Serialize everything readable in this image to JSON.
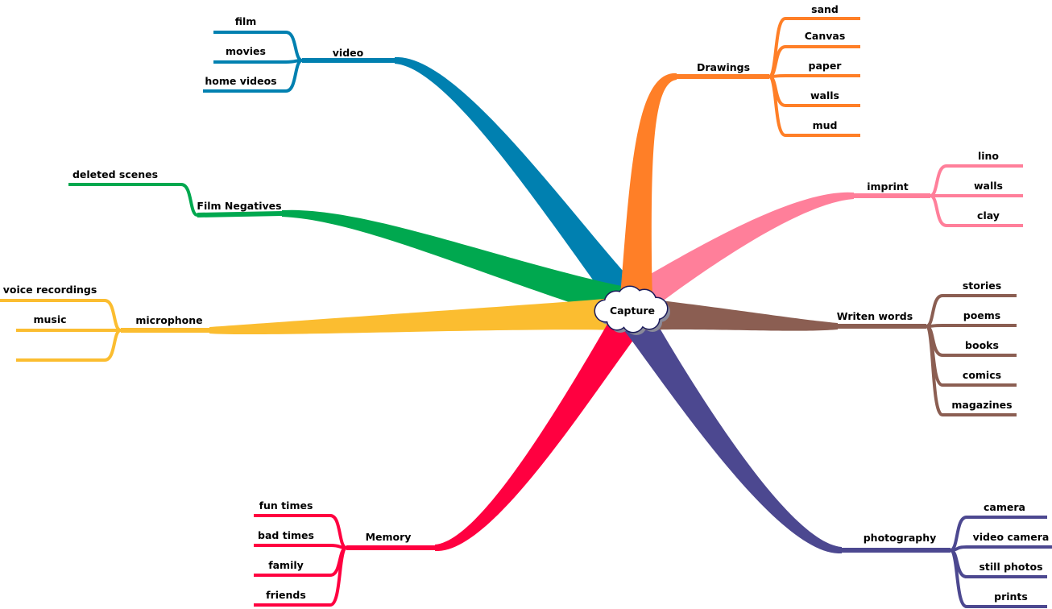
{
  "center": {
    "label": "Capture"
  },
  "branches": [
    {
      "label": "video",
      "color": "#0080b0",
      "children": [
        "film",
        "movies",
        "home videos"
      ]
    },
    {
      "label": "Film Negatives",
      "color": "#00a84f",
      "children": [
        "deleted scenes"
      ]
    },
    {
      "label": "microphone",
      "color": "#fbbd30",
      "children": [
        "voice recordings",
        "music",
        ""
      ]
    },
    {
      "label": "Memory",
      "color": "#ff0040",
      "children": [
        "fun times",
        "bad times",
        "family",
        "friends"
      ]
    },
    {
      "label": "photography",
      "color": "#4c4890",
      "children": [
        "camera",
        "video camera",
        "still photos",
        "prints"
      ]
    },
    {
      "label": "Writen words",
      "color": "#8b5e52",
      "children": [
        "stories",
        "poems",
        "books",
        "comics",
        "magazines"
      ]
    },
    {
      "label": "imprint",
      "color": "#ff7f9a",
      "children": [
        "lino",
        "walls",
        "clay"
      ]
    },
    {
      "label": "Drawings",
      "color": "#ff7f27",
      "children": [
        "sand",
        "Canvas",
        "paper",
        "walls",
        "mud"
      ]
    }
  ]
}
